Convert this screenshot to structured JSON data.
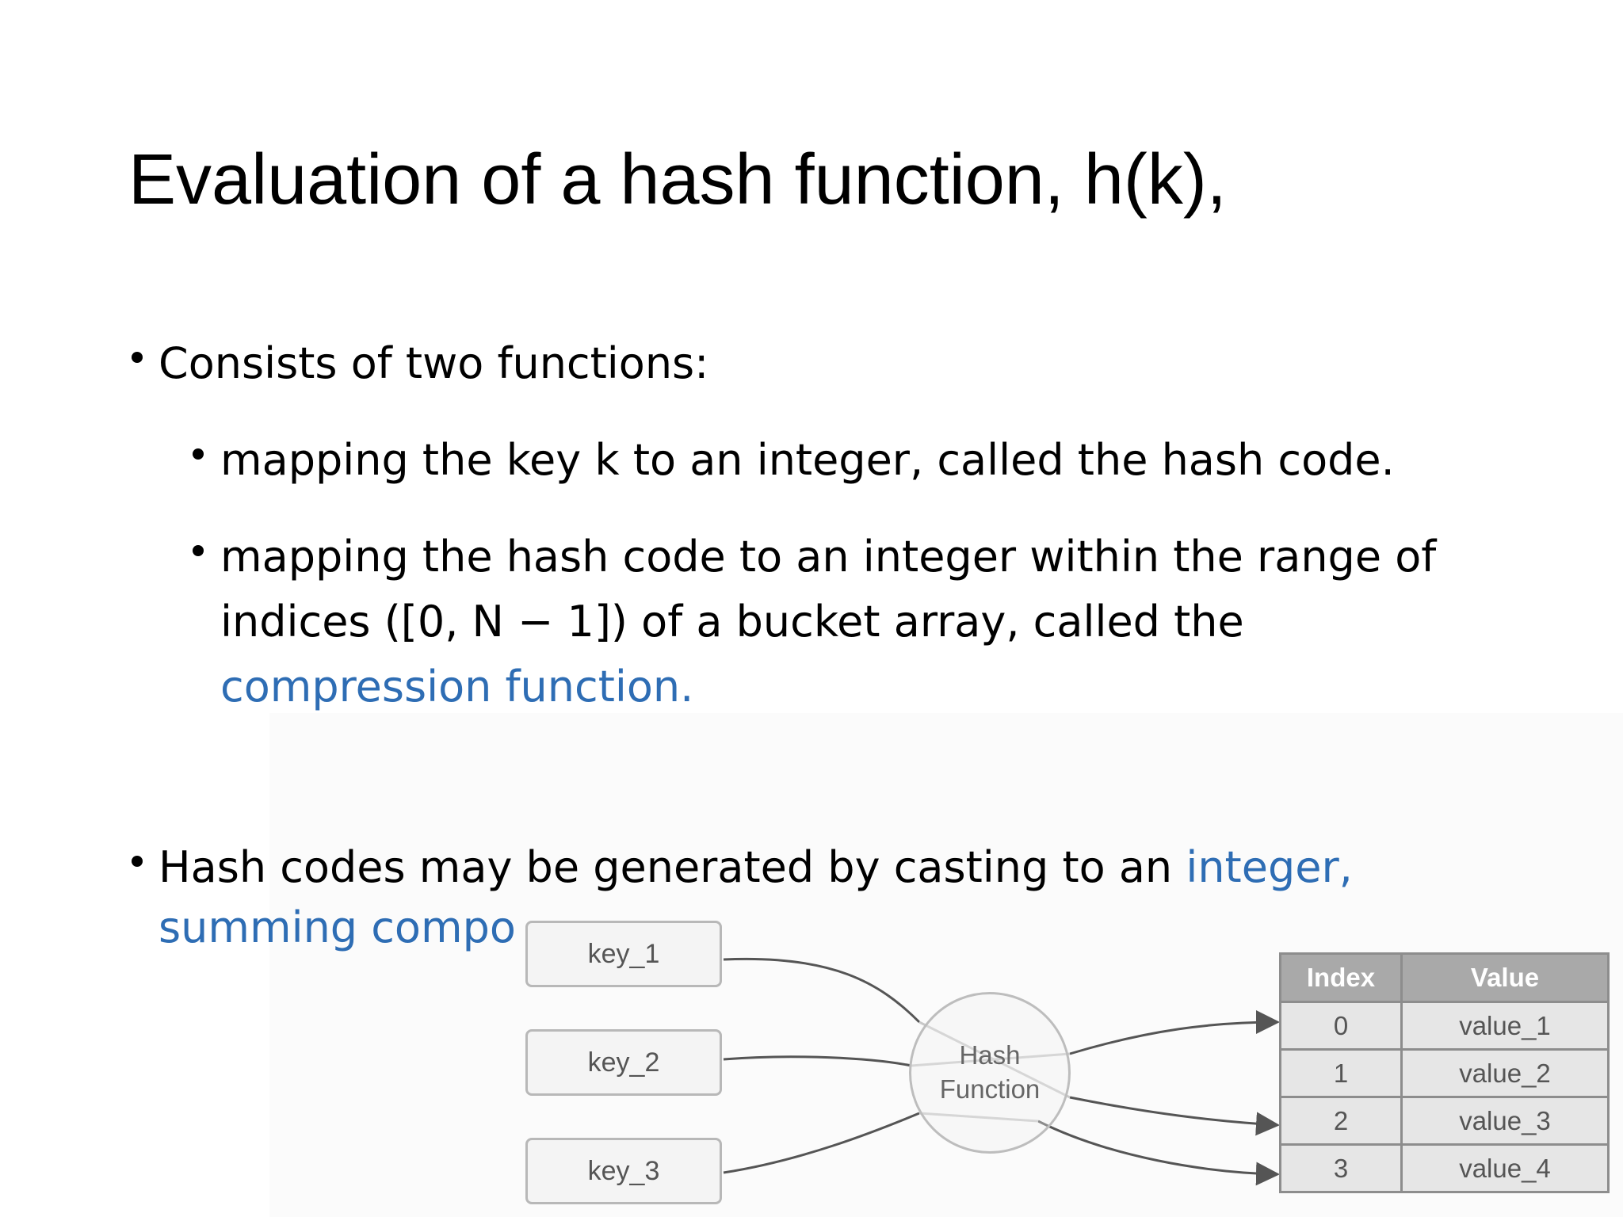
{
  "slide": {
    "title": "Evaluation of a hash function, h(k),",
    "bullets": {
      "b1": "Consists of two functions:",
      "b1a": "mapping the key k to an integer, called the hash code.",
      "b1b_line1": "mapping the hash code to an integer within the range of",
      "b1b_line2": "indices ([0, N − 1]) of a bucket array, called the",
      "b1b_line3": "compression function.",
      "b2_line1_black": "Hash codes may be generated by casting to an ",
      "b2_line1_blue": "integer,",
      "b2_line2_blue": "summing compo"
    }
  },
  "diagram": {
    "keys": [
      "key_1",
      "key_2",
      "key_3"
    ],
    "hash_label_line1": "Hash",
    "hash_label_line2": "Function",
    "table": {
      "headers": [
        "Index",
        "Value"
      ],
      "rows": [
        {
          "index": "0",
          "value": "value_1"
        },
        {
          "index": "1",
          "value": "value_2"
        },
        {
          "index": "2",
          "value": "value_3"
        },
        {
          "index": "3",
          "value": "value_4"
        }
      ]
    }
  },
  "colors": {
    "text": "#000000",
    "link_blue": "#2e6db4",
    "table_header": "#a9a9a9",
    "table_cell": "#e6e6e6"
  }
}
